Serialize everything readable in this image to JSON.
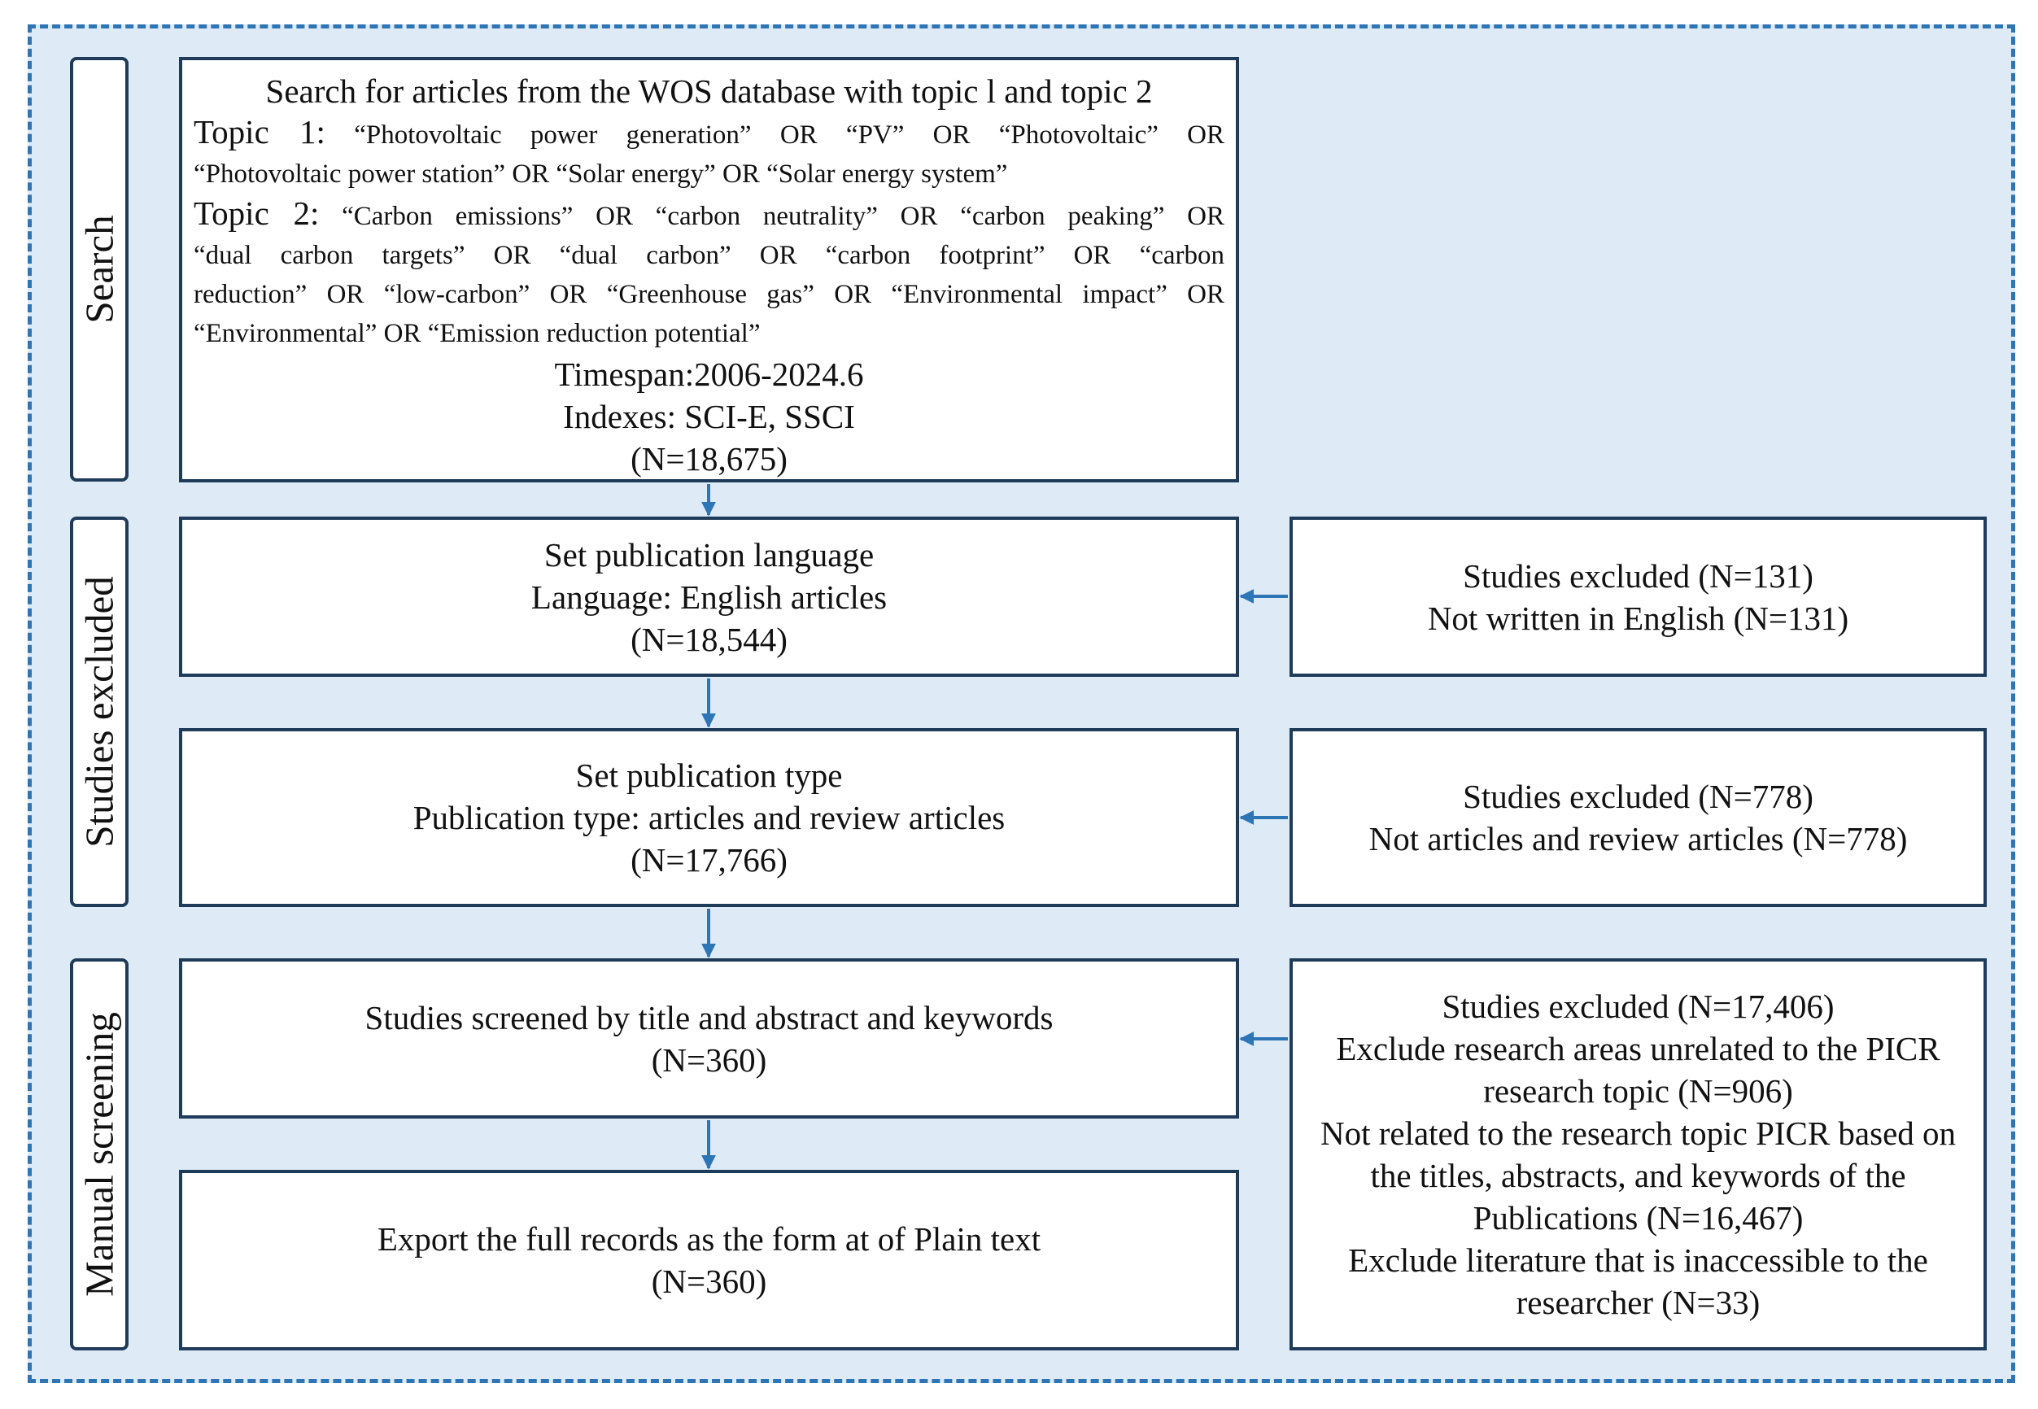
{
  "colors": {
    "frame_border": "#2e75b6",
    "frame_fill": "#deebf7",
    "box_border": "#1f3b5a",
    "arrow": "#2e75b6"
  },
  "stages": [
    {
      "label": "Search"
    },
    {
      "label": "Studies excluded"
    },
    {
      "label": "Manual screening"
    }
  ],
  "search": {
    "title": "Search for articles from the WOS database with topic l and topic 2",
    "topic1_label": "Topic  1:",
    "topic1_line1": "“Photovoltaic  power  generation”  OR  “PV”  OR  “Photovoltaic”  OR",
    "topic1_line2": "“Photovoltaic power station” OR “Solar energy” OR “Solar energy system”",
    "topic2_label": "Topic  2:",
    "topic2_line1": "“Carbon  emissions”  OR  “carbon  neutrality”  OR  “carbon  peaking”  OR",
    "topic2_line2": "“dual  carbon  targets”  OR  “dual  carbon”  OR  “carbon  footprint”  OR  “carbon",
    "topic2_line3": "reduction” OR “low-carbon” OR “Greenhouse gas” OR “Environmental impact” OR",
    "topic2_line4": "“Environmental” OR “Emission reduction potential”",
    "timespan": "Timespan:2006-2024.6",
    "indexes": "Indexes: SCI-E, SSCI",
    "count": "(N=18,675)"
  },
  "language": {
    "line1": "Set publication language",
    "line2": "Language: English articles",
    "count": "(N=18,544)"
  },
  "pubtype": {
    "line1": "Set publication type",
    "line2": "Publication type: articles and review articles",
    "count": "(N=17,766)"
  },
  "screened": {
    "line1": "Studies screened by title and abstract and keywords",
    "count": "(N=360)"
  },
  "export": {
    "line1": "Export the full records as the form at of Plain text",
    "count": "(N=360)"
  },
  "excl_language": {
    "line1": "Studies excluded (N=131)",
    "line2": "Not written in English (N=131)"
  },
  "excl_pubtype": {
    "line1": "Studies excluded (N=778)",
    "line2": "Not articles and review articles (N=778)"
  },
  "excl_screening": {
    "line1": "Studies excluded (N=17,406)",
    "line2": "Exclude research areas unrelated to the PICR",
    "line3": "research topic (N=906)",
    "line4": "Not related to the research topic PICR based on",
    "line5": "the titles, abstracts, and keywords of the",
    "line6": "Publications (N=16,467)",
    "line7": "Exclude literature that is inaccessible to the",
    "line8": "researcher (N=33)"
  }
}
